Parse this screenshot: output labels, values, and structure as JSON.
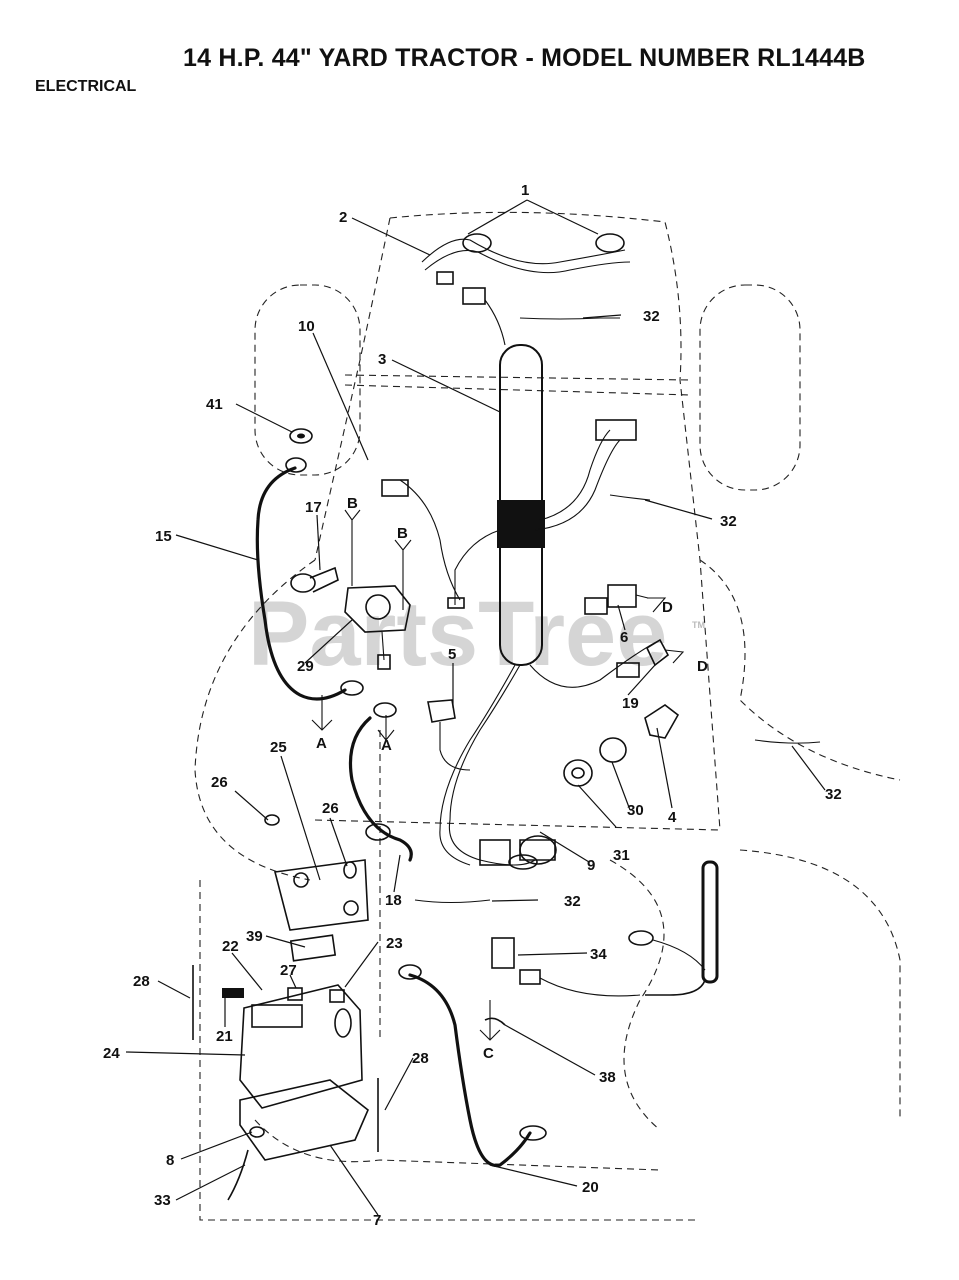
{
  "header": {
    "title": "14 H.P. 44\" YARD TRACTOR - MODEL NUMBER RL1444B",
    "section": "ELECTRICAL"
  },
  "watermark": {
    "text": "PartsTree",
    "trademark": "TM"
  },
  "callouts": {
    "c1": "1",
    "c2": "2",
    "c3": "3",
    "c4": "4",
    "c5": "5",
    "c6": "6",
    "c7": "7",
    "c8": "8",
    "c9": "9",
    "c10": "10",
    "c15": "15",
    "c17": "17",
    "c18": "18",
    "c19": "19",
    "c20": "20",
    "c21": "21",
    "c22": "22",
    "c23": "23",
    "c24": "24",
    "c25": "25",
    "c26a": "26",
    "c26b": "26",
    "c27": "27",
    "c28a": "28",
    "c28b": "28",
    "c29": "29",
    "c30": "30",
    "c31": "31",
    "c32a": "32",
    "c32b": "32",
    "c32c": "32",
    "c32d": "32",
    "c33": "33",
    "c34": "34",
    "c38": "38",
    "c39": "39",
    "c41": "41"
  },
  "connection_marks": {
    "b1": "B",
    "b2": "B",
    "a1": "A",
    "a2": "A",
    "d1": "D",
    "d2": "D",
    "c1": "C"
  }
}
